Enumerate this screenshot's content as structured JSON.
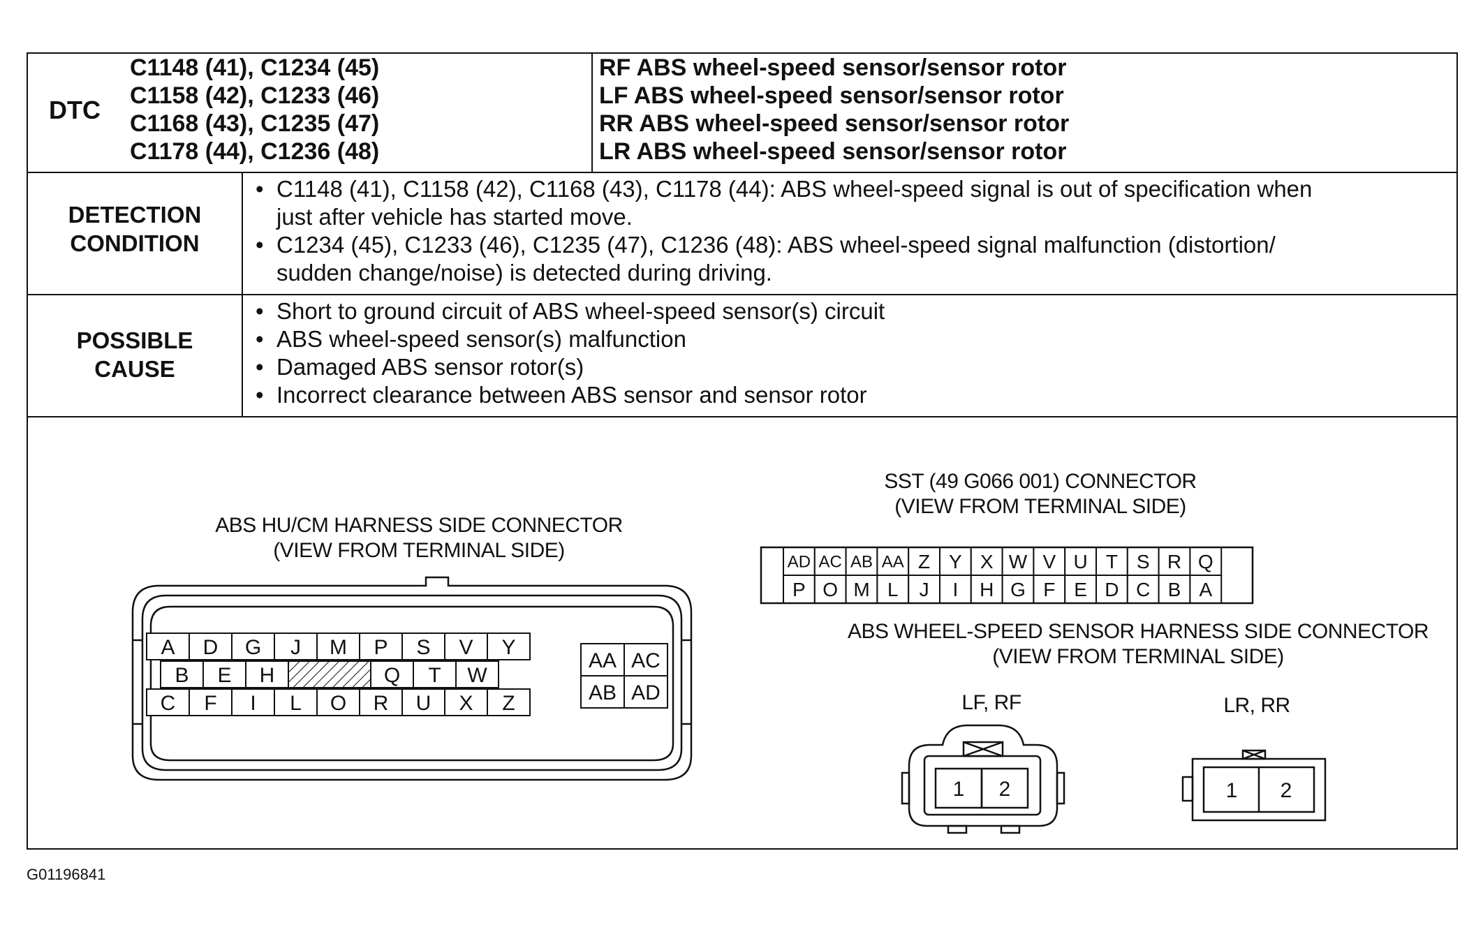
{
  "dtc": {
    "label": "DTC",
    "rows": [
      {
        "codes": "C1148 (41), C1234 (45)",
        "desc": "RF ABS wheel-speed sensor/sensor rotor"
      },
      {
        "codes": "C1158 (42), C1233 (46)",
        "desc": "LF ABS wheel-speed sensor/sensor rotor"
      },
      {
        "codes": "C1168 (43), C1235 (47)",
        "desc": "RR ABS wheel-speed sensor/sensor rotor"
      },
      {
        "codes": "C1178 (44), C1236 (48)",
        "desc": "LR ABS wheel-speed sensor/sensor rotor"
      }
    ]
  },
  "detection": {
    "label_line1": "DETECTION",
    "label_line2": "CONDITION",
    "items": [
      {
        "line1": "C1148 (41), C1158 (42), C1168 (43), C1178 (44): ABS wheel-speed signal is out of specification when",
        "line2": "just after vehicle has started move."
      },
      {
        "line1": "C1234 (45), C1233 (46), C1235 (47), C1236 (48): ABS wheel-speed signal malfunction (distortion/",
        "line2": "sudden change/noise) is detected during driving."
      }
    ]
  },
  "cause": {
    "label_line1": "POSSIBLE",
    "label_line2": "CAUSE",
    "items": [
      "Short to ground circuit of ABS wheel-speed sensor(s) circuit",
      "ABS wheel-speed sensor(s) malfunction",
      "Damaged ABS sensor rotor(s)",
      "Incorrect clearance between ABS sensor and sensor rotor"
    ]
  },
  "hucm_connector": {
    "title_line1": "ABS HU/CM HARNESS SIDE CONNECTOR",
    "title_line2": "(VIEW FROM TERMINAL SIDE)",
    "row1": [
      "A",
      "D",
      "G",
      "J",
      "M",
      "P",
      "S",
      "V",
      "Y"
    ],
    "row2": [
      "B",
      "E",
      "H",
      "Q",
      "T",
      "W"
    ],
    "row3": [
      "C",
      "F",
      "I",
      "L",
      "O",
      "R",
      "U",
      "X",
      "Z"
    ],
    "block": [
      "AA",
      "AC",
      "AB",
      "AD"
    ]
  },
  "sst_connector": {
    "title_line1": "SST (49 G066 001) CONNECTOR",
    "title_line2": "(VIEW FROM TERMINAL SIDE)",
    "top_row": [
      "AD",
      "AC",
      "AB",
      "AA",
      "Z",
      "Y",
      "X",
      "W",
      "V",
      "U",
      "T",
      "S",
      "R",
      "Q"
    ],
    "bottom_row": [
      "P",
      "O",
      "M",
      "L",
      "J",
      "I",
      "H",
      "G",
      "F",
      "E",
      "D",
      "C",
      "B",
      "A"
    ]
  },
  "wheel_connector": {
    "title_line1": "ABS WHEEL-SPEED SENSOR HARNESS SIDE CONNECTOR",
    "title_line2": "(VIEW FROM TERMINAL SIDE)",
    "front_label": "LF, RF",
    "rear_label": "LR, RR",
    "pins": [
      "1",
      "2"
    ]
  },
  "footer_code": "G01196841"
}
